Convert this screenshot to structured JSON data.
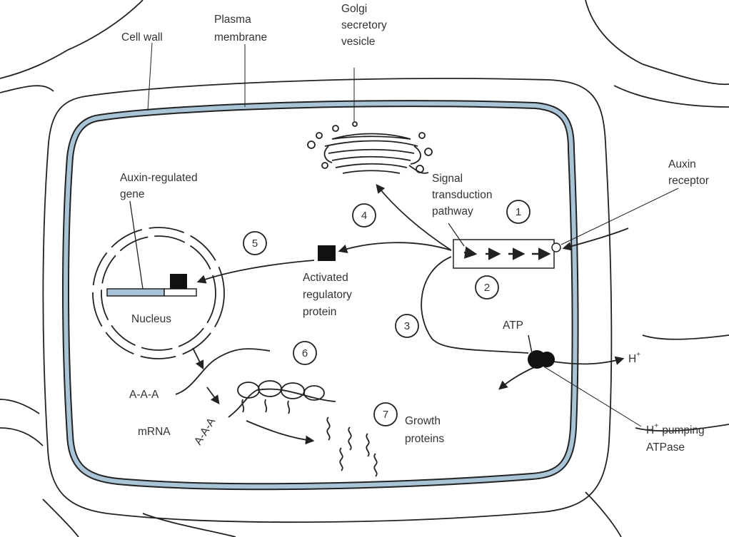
{
  "labels": {
    "cell_wall": "Cell wall",
    "plasma_membrane": [
      "Plasma",
      "membrane"
    ],
    "golgi": [
      "Golgi",
      "secretory",
      "vesicle"
    ],
    "auxin_receptor": [
      "Auxin",
      "receptor"
    ],
    "auxin_gene": [
      "Auxin-regulated",
      "gene"
    ],
    "signal_pathway": [
      "Signal",
      "transduction",
      "pathway"
    ],
    "activated_protein": [
      "Activated",
      "regulatory",
      "protein"
    ],
    "nucleus": "Nucleus",
    "atp": "ATP",
    "h_plus": "H",
    "h_plus_sup": "+",
    "pump_sup": "+",
    "pump_line1": "-pumping",
    "pump_prefix": "H",
    "pump_line2": "ATPase",
    "mrna": "mRNA",
    "polya_1": "A-A-A",
    "polya_2": "A-A-A",
    "growth_proteins": [
      "Growth",
      "proteins"
    ]
  },
  "steps": [
    "1",
    "2",
    "3",
    "4",
    "5",
    "6",
    "7"
  ],
  "colors": {
    "membrane_fill": "#a9c4d6",
    "ink": "#222222"
  }
}
